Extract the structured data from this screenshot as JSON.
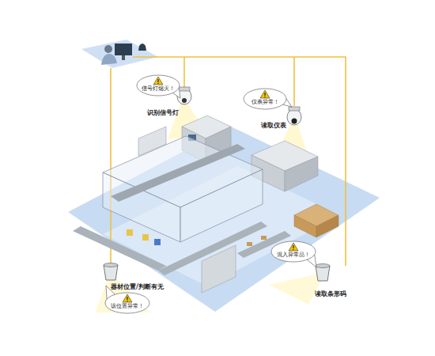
{
  "diagram": {
    "nodes": [
      {
        "text": [
          "信号灯熄灭！"
        ]
      },
      {
        "text": [
          "仪表异常！"
        ]
      },
      {
        "text": [
          "混入异常品！"
        ]
      },
      {
        "text": [
          "该位置异常！"
        ]
      }
    ],
    "labels": [
      "识别信号灯",
      "读取仪表",
      "器材位置/判断有无",
      "读取条形码"
    ]
  }
}
